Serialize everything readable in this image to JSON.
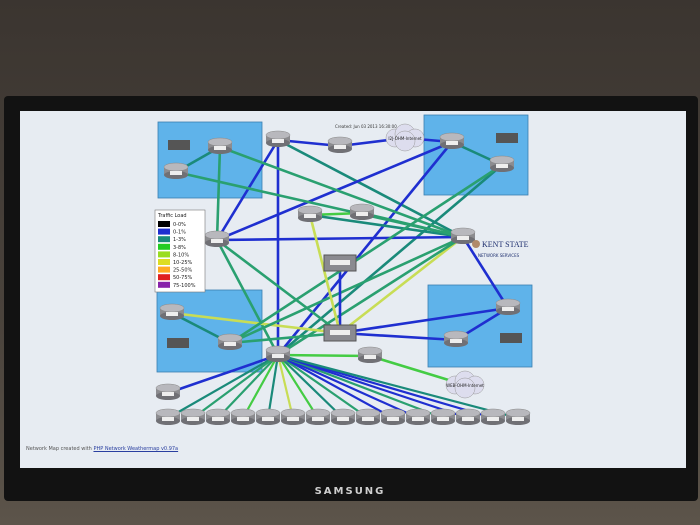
{
  "monitor": {
    "brand": "SAMSUNG"
  },
  "map": {
    "timestamp": "Created: Jun 03 2013 16:30:00",
    "logo": {
      "title": "KENT STATE",
      "subtitle": "NETWORK SERVICES"
    },
    "legend": {
      "title": "Traffic Load",
      "items": [
        {
          "label": "0-0%",
          "color": "#000000"
        },
        {
          "label": "0-1%",
          "color": "#1f2fd0"
        },
        {
          "label": "1-3%",
          "color": "#1a8a7a"
        },
        {
          "label": "3-8%",
          "color": "#22cc22"
        },
        {
          "label": "8-10%",
          "color": "#99dd22"
        },
        {
          "label": "10-25%",
          "color": "#dddd22"
        },
        {
          "label": "25-50%",
          "color": "#ffaa22"
        },
        {
          "label": "50-75%",
          "color": "#e02020"
        },
        {
          "label": "75-100%",
          "color": "#8822aa"
        }
      ]
    },
    "clouds": [
      "I2J-OHM-Internet",
      "WEB-OHM-Internet"
    ],
    "links": [
      [
        "r1",
        "r2",
        "c2"
      ],
      [
        "r2",
        "r7",
        "c3"
      ],
      [
        "r3",
        "r4",
        "c1"
      ],
      [
        "r4",
        "cl1",
        "c1"
      ],
      [
        "cl1",
        "r5",
        "c1"
      ],
      [
        "r5",
        "r6",
        "c2"
      ],
      [
        "r3",
        "r7",
        "c1"
      ],
      [
        "r3",
        "r13",
        "c1"
      ],
      [
        "r3",
        "r10",
        "c2"
      ],
      [
        "r5",
        "r7",
        "c1"
      ],
      [
        "r5",
        "r13",
        "c1"
      ],
      [
        "r6",
        "r13",
        "c2"
      ],
      [
        "r7",
        "r10",
        "c1"
      ],
      [
        "r7",
        "sw2",
        "c3"
      ],
      [
        "r7",
        "r13",
        "c3"
      ],
      [
        "r8",
        "r9",
        "c4"
      ],
      [
        "r8",
        "r10",
        "c2"
      ],
      [
        "r9",
        "r10",
        "c3"
      ],
      [
        "r2",
        "r10",
        "c3"
      ],
      [
        "r10",
        "sw2",
        "c5"
      ],
      [
        "r10",
        "r13",
        "c3"
      ],
      [
        "r10",
        "r16",
        "c1"
      ],
      [
        "r11",
        "r12",
        "c2"
      ],
      [
        "r11",
        "sw2",
        "c5"
      ],
      [
        "r12",
        "r10",
        "c3"
      ],
      [
        "r12",
        "sw2",
        "c3"
      ],
      [
        "sw1",
        "sw2",
        "c1"
      ],
      [
        "sw2",
        "r15",
        "c1"
      ],
      [
        "sw2",
        "r16",
        "c1"
      ],
      [
        "r15",
        "r16",
        "c1"
      ],
      [
        "r13",
        "r14",
        "c4"
      ],
      [
        "r14",
        "cl2",
        "c4"
      ],
      [
        "r13",
        "r17",
        "c1"
      ],
      [
        "r1",
        "r10",
        "c3"
      ],
      [
        "r6",
        "r12",
        "c3"
      ],
      [
        "r8",
        "sw2",
        "c5"
      ]
    ],
    "bottom_links": [
      "c2",
      "c3",
      "c3",
      "c4",
      "c2",
      "c5",
      "c4",
      "c2",
      "c3",
      "c1",
      "c1",
      "c3",
      "c1",
      "c1",
      "c2"
    ],
    "footer": {
      "prefix": "Network Map created with",
      "link": "PHP Network Weathermap v0.97a"
    }
  }
}
